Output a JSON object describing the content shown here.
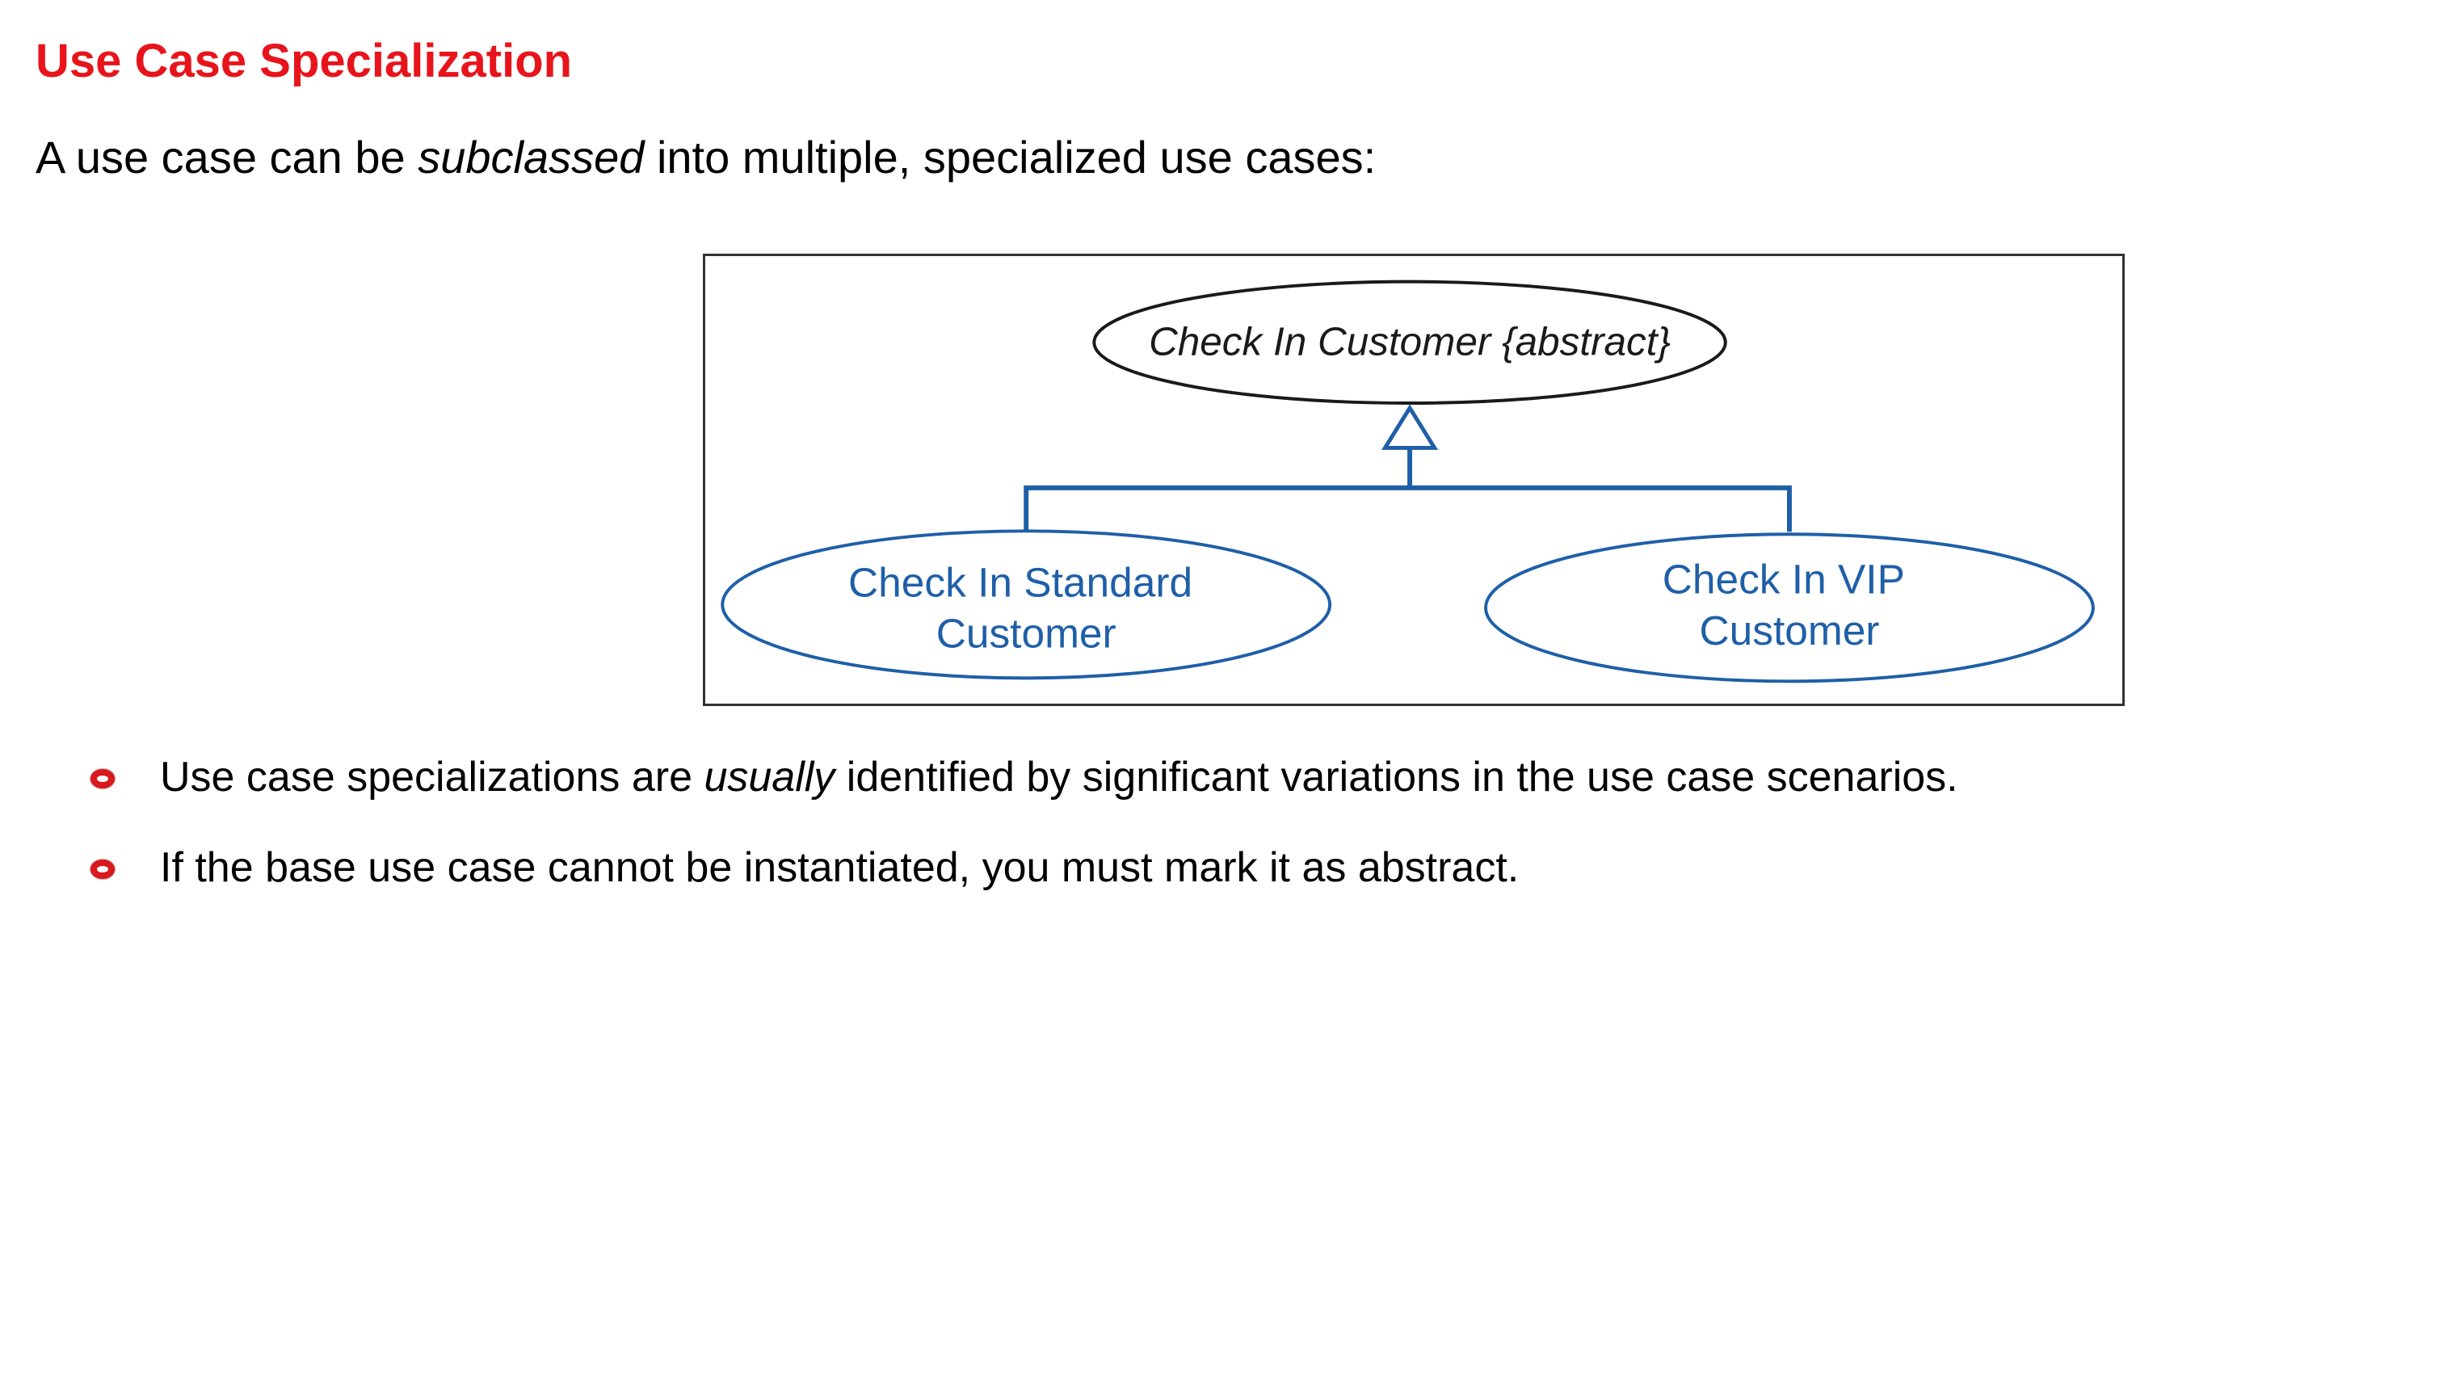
{
  "slide": {
    "title": "Use Case Specialization",
    "intro": {
      "before": "A use case can be ",
      "emphasis": "subclassed",
      "after": " into multiple, specialized use cases:"
    }
  },
  "diagram": {
    "base_use_case": "Check In Customer {abstract}",
    "specialized_use_cases": [
      {
        "lines": [
          "Check In Standard",
          "Customer"
        ]
      },
      {
        "lines": [
          "Check In VIP",
          "Customer"
        ]
      }
    ],
    "colors": {
      "specialized": "#1f5fa8",
      "base": "#1a1a1a",
      "frame": "#333333"
    }
  },
  "bullets": [
    {
      "before": "Use case specializations are ",
      "emphasis": "usually",
      "after": " identified by significant variations in the use case scenarios."
    },
    {
      "before": "If the base use case cannot be instantiated, you must mark it as abstract.",
      "emphasis": "",
      "after": ""
    }
  ],
  "colors": {
    "title": "#e8141b",
    "bullet_marker": "#d8191d"
  }
}
